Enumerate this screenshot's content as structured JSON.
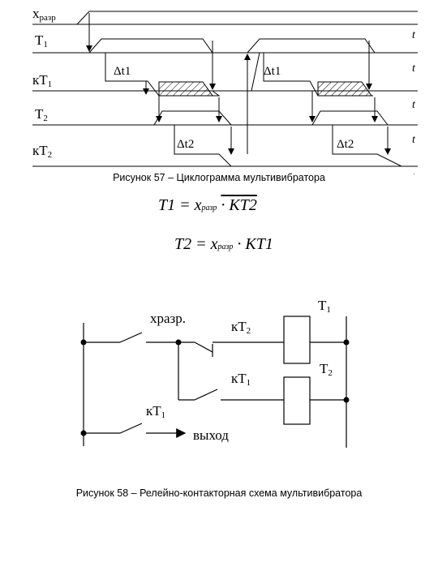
{
  "figure57": {
    "signals": {
      "x": "x",
      "x_sub": "разр",
      "t1": "T",
      "t1_sub": "1",
      "kt1": "кT",
      "kt1_sub": "1",
      "t2": "T",
      "t2_sub": "2",
      "kt2": "кT",
      "kt2_sub": "2"
    },
    "time_axis": "t",
    "delta": {
      "dt1": "Δt1",
      "dt2": "Δt2"
    },
    "caption": "Рисунок 57 – Циклограмма мультивибратора"
  },
  "formulas": {
    "f1_lhs": "T1 = x",
    "f1_sub": "разр",
    "f1_rhs": "· KT2",
    "f2_lhs": "T2 = x",
    "f2_sub": "разр",
    "f2_rhs": "· KT1"
  },
  "figure58": {
    "x_label": "xразр.",
    "kt2_label": "кT",
    "kt2_sub": "2",
    "kt1_top_label": "кT",
    "kt1_top_sub": "1",
    "kt1_bottom_label": "кT",
    "kt1_bottom_sub": "1",
    "coil_t1": "T",
    "coil_t1_sub": "1",
    "coil_t2": "T",
    "coil_t2_sub": "2",
    "output": "выход",
    "caption": "Рисунок 58 – Релейно-контакторная схема мультивибратора"
  }
}
